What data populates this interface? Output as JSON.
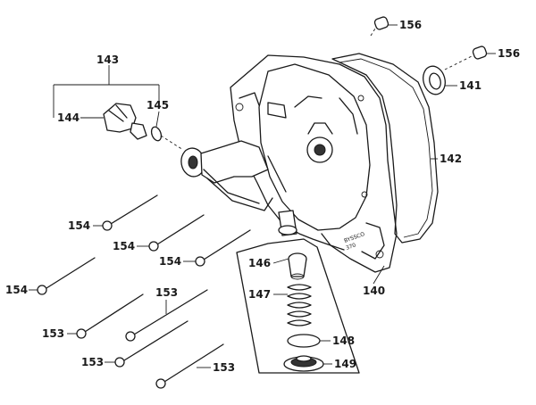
{
  "labels": {
    "p140": "140",
    "p141": "141",
    "p142": "142",
    "p143": "143",
    "p144": "144",
    "p145": "145",
    "p146": "146",
    "p147": "147",
    "p148": "148",
    "p149": "149",
    "p153a": "153",
    "p153b": "153",
    "p153c": "153",
    "p153d": "153",
    "p154a": "154",
    "p154b": "154",
    "p154c": "154",
    "p154d": "154",
    "p156a": "156",
    "p156b": "156"
  }
}
